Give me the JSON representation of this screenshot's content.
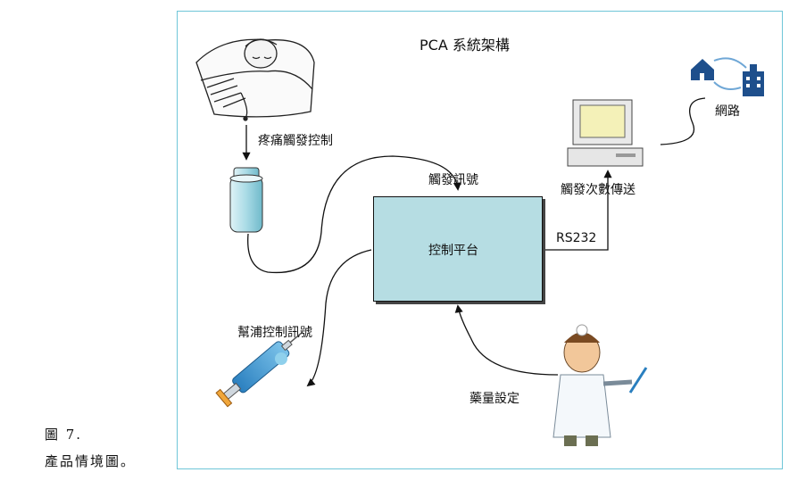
{
  "diagram": {
    "title": "PCA 系統架構",
    "nodes": {
      "control_platform": "控制平台",
      "network": "網路"
    },
    "edges": {
      "pain_trigger": "疼痛觸發控制",
      "trigger_signal": "觸發訊號",
      "trigger_count_transfer": "觸發次數傳送",
      "rs232": "RS232",
      "pump_signal": "幫浦控制訊號",
      "dose_setting": "藥量設定"
    }
  },
  "caption": {
    "line1": "圖 7.",
    "line2": "產品情境圖。"
  },
  "colors": {
    "frame": "#6fc6d8",
    "control_box": "#b6dde3",
    "house": "#1e4f8c",
    "hospital": "#1e4f8c"
  }
}
